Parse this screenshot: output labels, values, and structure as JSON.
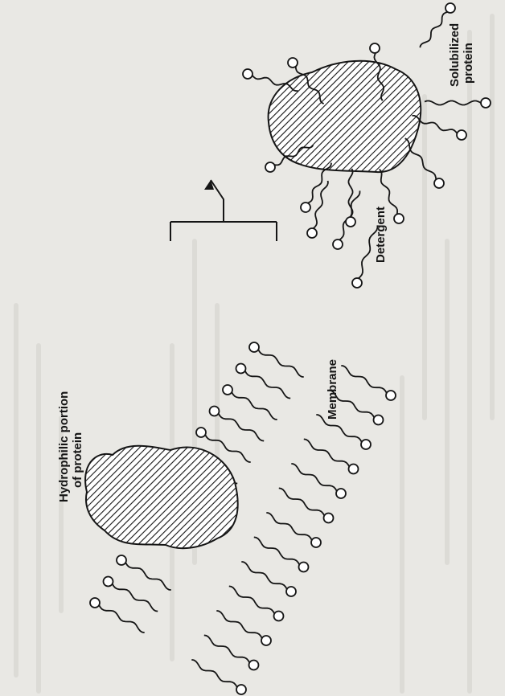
{
  "labels": {
    "hydrophilic_line1": "Hydrophilic portion",
    "hydrophilic_line2": "of protein",
    "membrane": "Membrane",
    "detergent": "Detergent",
    "solubilized_line1": "Solubilized",
    "solubilized_line2": "protein"
  },
  "colors": {
    "paper": "#e9e8e4",
    "ink": "#151515",
    "bleed_text": "#cfcdc8"
  },
  "icons": {
    "arrow": "arrow-right-icon",
    "bracket": "bracket-icon"
  }
}
